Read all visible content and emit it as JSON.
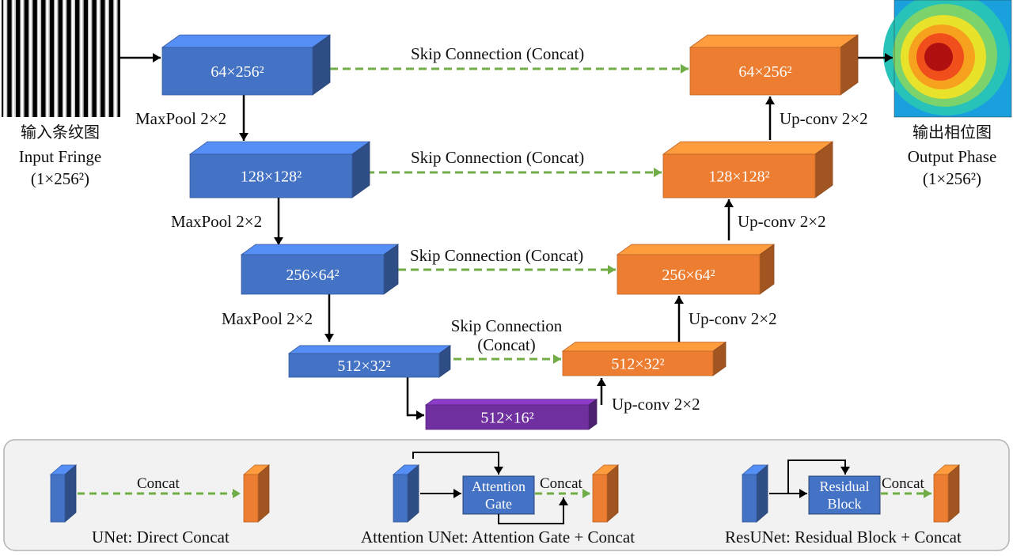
{
  "input": {
    "cn": "输入条纹图",
    "en": "Input Fringe",
    "size": "(1×256²)"
  },
  "output": {
    "cn": "输出相位图",
    "en": "Output Phase",
    "size": "(1×256²)"
  },
  "encoder": [
    {
      "label": "64×256²"
    },
    {
      "label": "128×128²"
    },
    {
      "label": "256×64²"
    },
    {
      "label": "512×32²"
    }
  ],
  "bottleneck": {
    "label": "512×16²"
  },
  "decoder": [
    {
      "label": "64×256²"
    },
    {
      "label": "128×128²"
    },
    {
      "label": "256×64²"
    },
    {
      "label": "512×32²"
    }
  ],
  "down_label": "MaxPool 2×2",
  "up_label": "Up-conv 2×2",
  "skip_label": "Skip Connection (Concat)",
  "skip_label_split": [
    "Skip Connection",
    "(Concat)"
  ],
  "legend": {
    "concat": "Concat",
    "unet": "UNet: Direct Concat",
    "attention_gate": [
      "Attention",
      "Gate"
    ],
    "attention": "Attention UNet: Attention Gate + Concat",
    "residual_block": [
      "Residual",
      "Block"
    ],
    "resunet": "ResUNet: Residual Block + Concat"
  },
  "colors": {
    "encoder": "#4472c4",
    "decoder": "#ed7d31",
    "bottleneck": "#7030a0",
    "skip": "#70ad47",
    "arrow": "#000000",
    "legend_bg": "#f2f2f2"
  }
}
